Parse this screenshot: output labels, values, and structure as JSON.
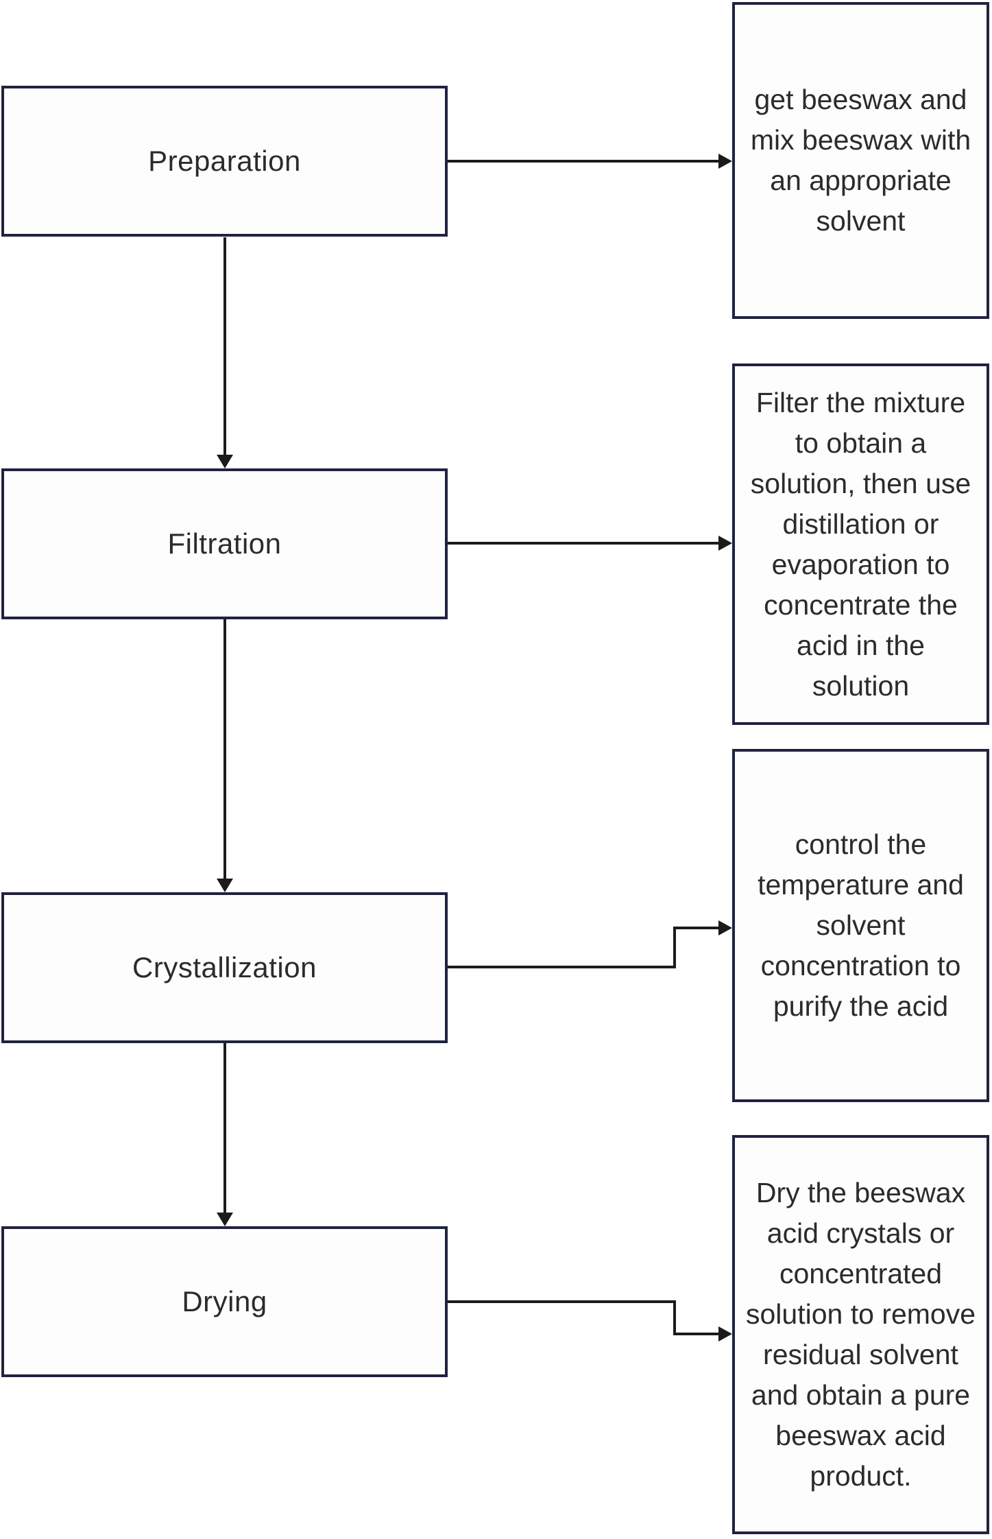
{
  "diagram": {
    "type": "flowchart",
    "steps": [
      {
        "label": "Preparation",
        "description": "get beeswax and mix beeswax with an appropriate solvent"
      },
      {
        "label": "Filtration",
        "description": "Filter the mixture to obtain a solution, then use distillation or evaporation to concentrate the acid in the solution"
      },
      {
        "label": "Crystallization",
        "description": "control the temperature and solvent concentration to purify the acid"
      },
      {
        "label": "Drying",
        "description": "Dry the beeswax acid crystals or concentrated solution to remove residual solvent and obtain a pure beeswax acid product."
      }
    ],
    "colors": {
      "box_border": "#202240",
      "box_fill": "#fdfdfe",
      "connector": "#1b1b1d",
      "text": "#2b2b2b",
      "background": "#ffffff"
    }
  }
}
